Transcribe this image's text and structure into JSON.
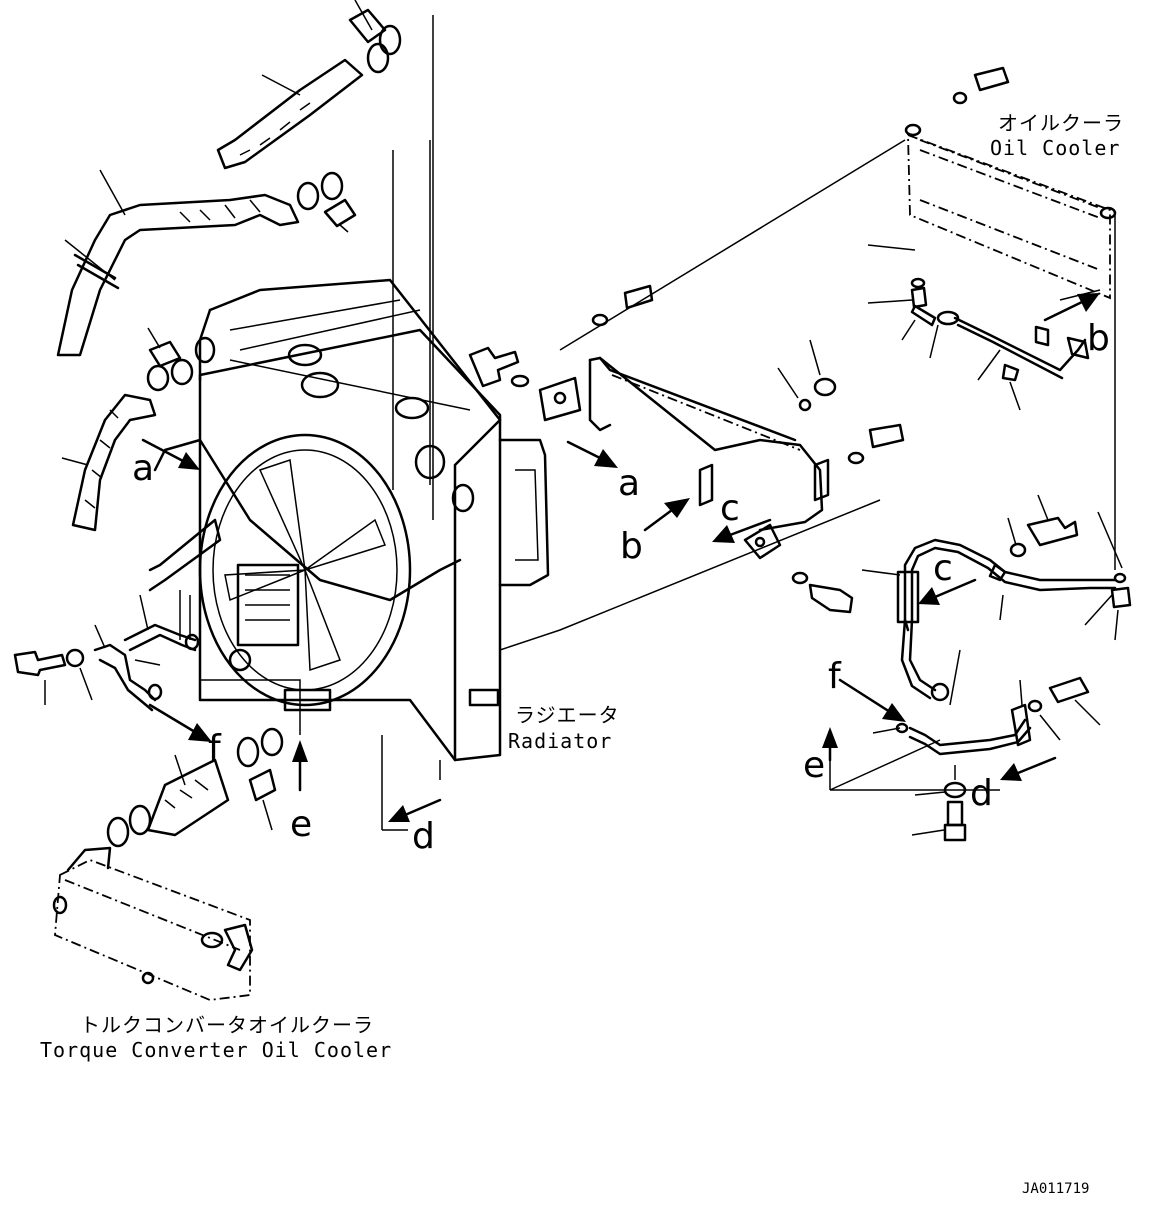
{
  "labels": {
    "oil_cooler_jp": "オイルクーラ",
    "oil_cooler_en": "Oil Cooler",
    "radiator_jp": "ラジエータ",
    "radiator_en": "Radiator",
    "torque_cooler_jp": "トルクコンバータオイルクーラ",
    "torque_cooler_en": "Torque Converter Oil Cooler",
    "drawing_code": "JA011719"
  },
  "connection_markers": {
    "a": "a",
    "b": "b",
    "c": "c",
    "d": "d",
    "e": "e",
    "f": "f"
  }
}
